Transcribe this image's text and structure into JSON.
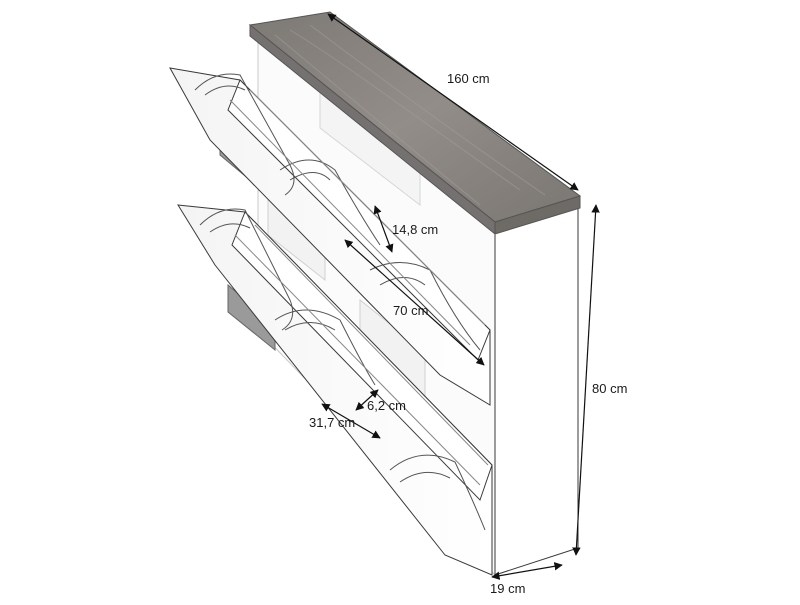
{
  "colors": {
    "background": "#ffffff",
    "top_board": "#8a8682",
    "body": "#ffffff",
    "outline": "#3a3a3a",
    "dimension_line": "#111111"
  },
  "dimensions": {
    "width": "160 cm",
    "height": "80 cm",
    "depth": "19 cm",
    "compartment_height": "14,8 cm",
    "compartment_width": "70 cm",
    "flap_gap": "6,2 cm",
    "flap_depth": "31,7 cm"
  }
}
